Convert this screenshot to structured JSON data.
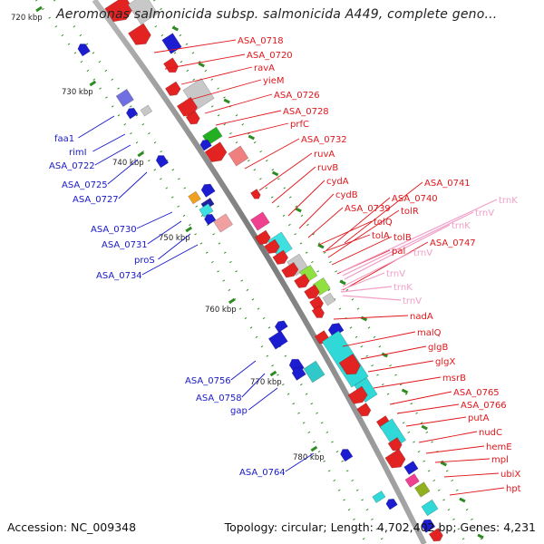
{
  "title": "Aeromonas salmonicida subsp. salmonicida A449, complete geno...",
  "accession": "Accession: NC_009348",
  "topology": "Topology: circular; Length: 4,702,402 bp; Genes: 4,231",
  "colors": {
    "backbone": "#8c8c8c",
    "forward_label": "#e0161b",
    "reverse_label": "#1818c8",
    "rna_label": "#f0a0c8",
    "tick": "#2e8b22",
    "kbp_label": "#222222"
  },
  "kbp_ticks": [
    "720 kbp",
    "730 kbp",
    "740 kbp",
    "750 kbp",
    "760 kbp",
    "770 kbp",
    "780 kbp"
  ],
  "forward_genes": [
    "ASA_0718",
    "ASA_0720",
    "ravA",
    "yieM",
    "ASA_0726",
    "ASA_0728",
    "prfC",
    "ASA_0732",
    "ruvA",
    "ruvB",
    "cydA",
    "cydB",
    "ASA_0739",
    "tolQ",
    "tolA",
    "ASA_0741",
    "ASA_0740",
    "tolR",
    "tolB",
    "pal",
    "ASA_0747",
    "nadA",
    "malQ",
    "glgB",
    "glgX",
    "msrB",
    "ASA_0765",
    "ASA_0766",
    "putA",
    "nudC",
    "hemE",
    "mpl",
    "ubiX",
    "hpt"
  ],
  "reverse_genes": [
    "faa1",
    "rimI",
    "ASA_0722",
    "ASA_0725",
    "ASA_0727",
    "ASA_0730",
    "ASA_0731",
    "proS",
    "ASA_0734",
    "ASA_0756",
    "ASA_0758",
    "gap",
    "ASA_0764"
  ],
  "rna_genes": [
    "trnK",
    "trnV",
    "trnK",
    "trnV",
    "trnV",
    "trnK",
    "trnV"
  ]
}
